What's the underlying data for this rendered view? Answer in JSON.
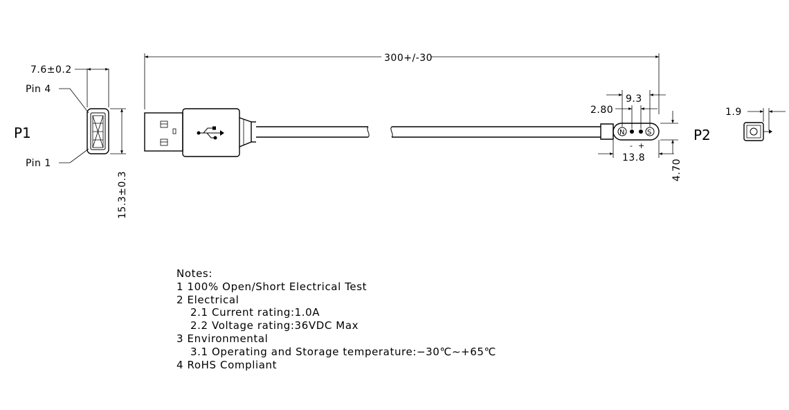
{
  "labels": {
    "p1": "P1",
    "p2": "P2",
    "pin4": "Pin 4",
    "pin1": "Pin 1",
    "p2_neg": "-",
    "p2_pos": "+",
    "p2_left_pin": "N",
    "p2_right_pin": "S"
  },
  "dimensions": {
    "cable_length": "300+/-30",
    "usb_width": "7.6±0.2",
    "usb_height": "15.3±0.3",
    "p2_pitch": "9.3",
    "p2_offset": "2.80",
    "p2_length": "13.8",
    "p2_height": "4.70",
    "p2_depth": "1.9"
  },
  "notes": {
    "title": "Notes:",
    "n1": "1 100% Open/Short Electrical Test",
    "n2": "2 Electrical",
    "n2_1": "2.1 Current rating:1.0A",
    "n2_2": "2.2 Voltage rating:36VDC Max",
    "n3": "3 Environmental",
    "n3_1": "3.1 Operating and Storage temperature:−30℃∼+65℃",
    "n4": "4 RoHS Compliant"
  },
  "colors": {
    "line": "#000000",
    "background": "#ffffff"
  }
}
